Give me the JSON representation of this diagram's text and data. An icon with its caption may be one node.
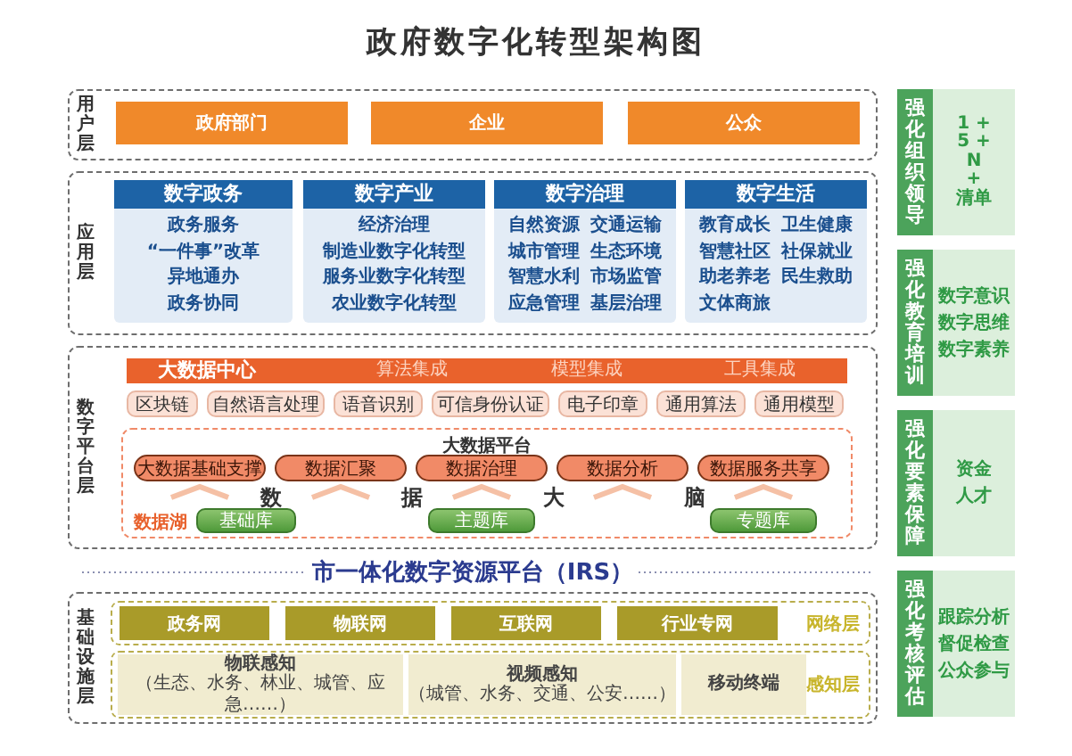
{
  "diagram": {
    "title": "政府数字化转型架构图",
    "nodes": [
      {
        "text": [
          "用户层"
        ]
      },
      {
        "text": [
          "政府部门"
        ],
        "in": 0
      },
      {
        "text": [
          "企业"
        ],
        "in": 0
      },
      {
        "text": [
          "公众"
        ],
        "in": 0
      },
      {
        "text": [
          "应用层"
        ]
      },
      {
        "text": [
          "数字政务",
          "政务服务",
          "“一件事”改革",
          "异地通办",
          "政务协同"
        ],
        "in": 4
      },
      {
        "text": [
          "数字产业",
          "经济治理",
          "制造业数字化转型",
          "服务业数字化转型",
          "农业数字化转型"
        ],
        "in": 4
      },
      {
        "text": [
          "数字治理",
          "自然资源",
          "交通运输",
          "城市管理",
          "生态环境",
          "智慧水利",
          "市场监管",
          "应急管理",
          "基层治理"
        ],
        "in": 4
      },
      {
        "text": [
          "数字生活",
          "教育成长",
          "卫生健康",
          "智慧社区",
          "社保就业",
          "助老养老",
          "民生救助",
          "文体商旅"
        ],
        "in": 4
      },
      {
        "text": [
          "数字平台层"
        ]
      },
      {
        "text": [
          "大数据中心",
          "算法集成",
          "模型集成",
          "工具集成"
        ],
        "in": 9
      },
      {
        "text": [
          "区块链"
        ],
        "in": 9
      },
      {
        "text": [
          "自然语言处理"
        ],
        "in": 9
      },
      {
        "text": [
          "语音识别"
        ],
        "in": 9
      },
      {
        "text": [
          "可信身份认证"
        ],
        "in": 9
      },
      {
        "text": [
          "电子印章"
        ],
        "in": 9
      },
      {
        "text": [
          "通用算法"
        ],
        "in": 9
      },
      {
        "text": [
          "通用模型"
        ],
        "in": 9
      },
      {
        "text": [
          "大数据平台",
          "数 据 大 脑",
          "数据湖"
        ],
        "in": 9
      },
      {
        "text": [
          "大数据基础支撑"
        ],
        "in": 18
      },
      {
        "text": [
          "数据汇聚"
        ],
        "in": 18
      },
      {
        "text": [
          "数据治理"
        ],
        "in": 18
      },
      {
        "text": [
          "数据分析"
        ],
        "in": 18
      },
      {
        "text": [
          "数据服务共享"
        ],
        "in": 18
      },
      {
        "text": [
          "基础库"
        ],
        "in": 18
      },
      {
        "text": [
          "主题库"
        ],
        "in": 18
      },
      {
        "text": [
          "专题库"
        ],
        "in": 18
      },
      {
        "text": [
          "基础设施层"
        ]
      },
      {
        "text": [
          "网络层"
        ],
        "in": 27
      },
      {
        "text": [
          "政务网"
        ],
        "in": 28
      },
      {
        "text": [
          "物联网"
        ],
        "in": 28
      },
      {
        "text": [
          "互联网"
        ],
        "in": 28
      },
      {
        "text": [
          "行业专网"
        ],
        "in": 28
      },
      {
        "text": [
          "感知层"
        ],
        "in": 27
      },
      {
        "text": [
          "物联感知",
          "（生态、水务、林业、城管、应急……）"
        ],
        "in": 33
      },
      {
        "text": [
          "视频感知",
          "（城管、水务、交通、公安……）"
        ],
        "in": 33
      },
      {
        "text": [
          "移动终端"
        ],
        "in": 33
      },
      {
        "text": [
          "强化组织领导",
          "1 + 5 + N + 清单"
        ]
      },
      {
        "text": [
          "强化教育培训",
          "数字意识",
          "数字思维",
          "数字素养"
        ]
      },
      {
        "text": [
          "强化要素保障",
          "资金",
          "人才"
        ]
      },
      {
        "text": [
          "强化考核评估",
          "跟踪分析",
          "督促检查",
          "公众参与"
        ]
      }
    ],
    "labels": [
      "市一体化数字资源平台（IRS）"
    ]
  }
}
